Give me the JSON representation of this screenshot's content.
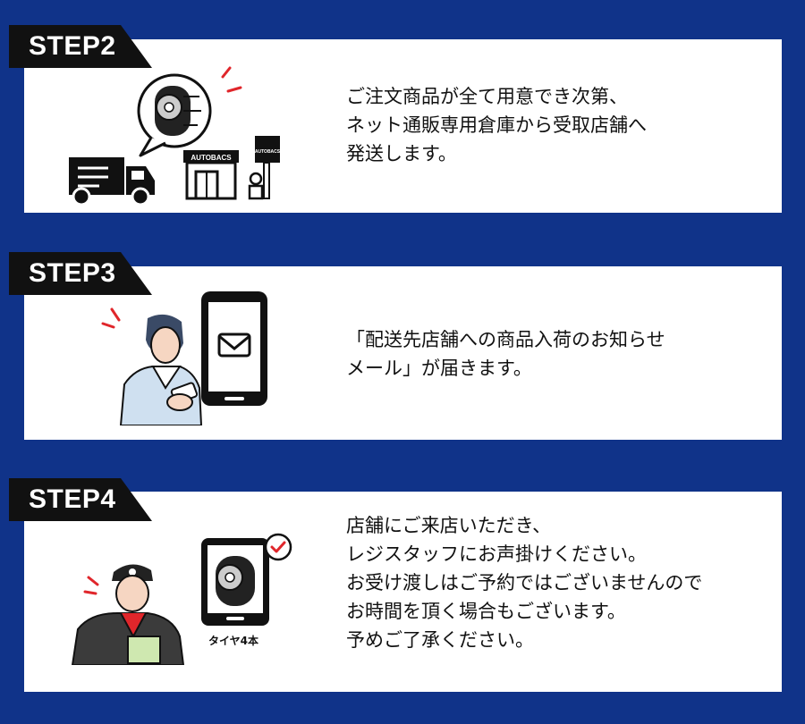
{
  "steps": [
    {
      "badge": "STEP2",
      "text": "ご注文商品が全て用意でき次第、\nネット通販専用倉庫から受取店舗へ\n発送します。",
      "store_sign": "AUTOBACS",
      "pole_sign": "AUTOBACS"
    },
    {
      "badge": "STEP3",
      "text": "「配送先店舗への商品入荷のお知らせ\nメール」が届きます。"
    },
    {
      "badge": "STEP4",
      "text": "店舗にご来店いただき、\nレジスタッフにお声掛けください。\nお受け渡しはご予約ではございませんので\nお時間を頂く場合もございます。\n予めご了承ください。",
      "tire_label": "タイヤ4本"
    }
  ],
  "colors": {
    "background": "#103389",
    "accent_red": "#e0262b",
    "card": "#ffffff",
    "badge": "#111111"
  }
}
